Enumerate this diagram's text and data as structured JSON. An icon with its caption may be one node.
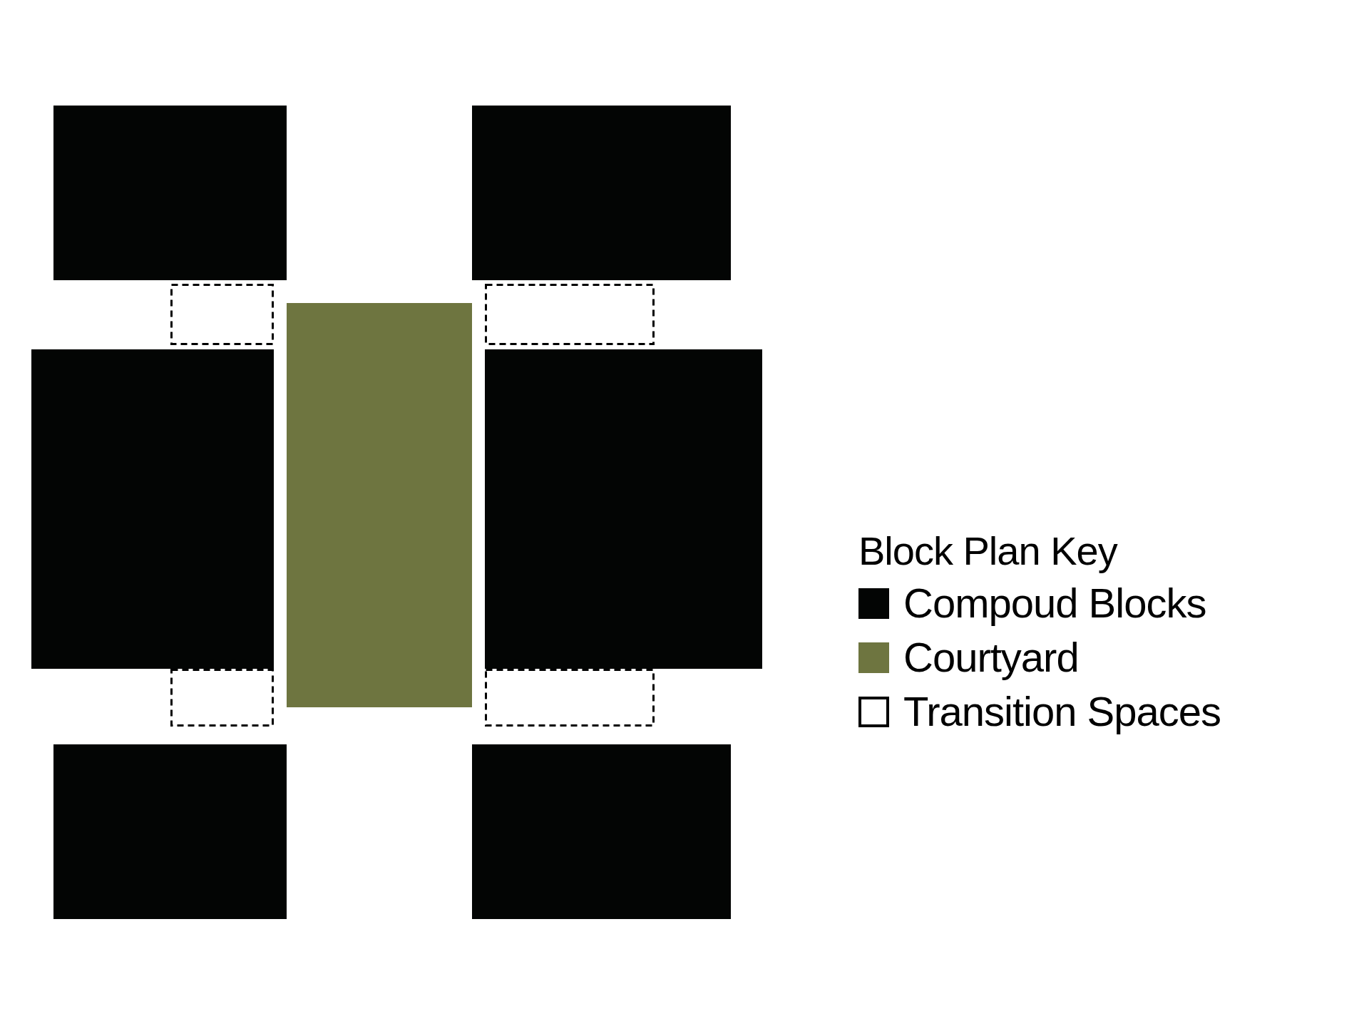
{
  "diagram": {
    "labels": [
      "Block Plan Key"
    ],
    "legend": [
      {
        "text": "Compoud Blocks",
        "color": "#030504"
      },
      {
        "text": "Courtyard",
        "color": "#6e7540"
      },
      {
        "text": "Transition Spaces"
      }
    ]
  }
}
